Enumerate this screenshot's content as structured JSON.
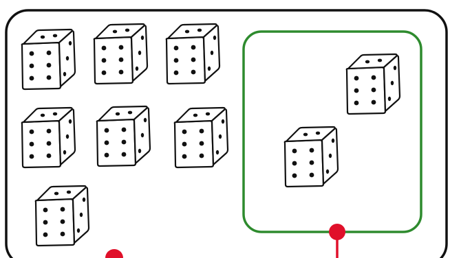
{
  "diagram": {
    "outer_set": {
      "shape": "rounded-rectangle",
      "stroke_color": "#111111",
      "dice_count": 7
    },
    "inner_set": {
      "shape": "rounded-rectangle",
      "stroke_color": "#2e8b2e",
      "dice_count": 2
    },
    "marker_color": "#e0102a",
    "die": {
      "face_color": "#ffffff",
      "outline_color": "#111111",
      "pip_color": "#111111",
      "top_face_pips": 2,
      "front_face_pips": 6,
      "side_face_pips": 3
    }
  }
}
